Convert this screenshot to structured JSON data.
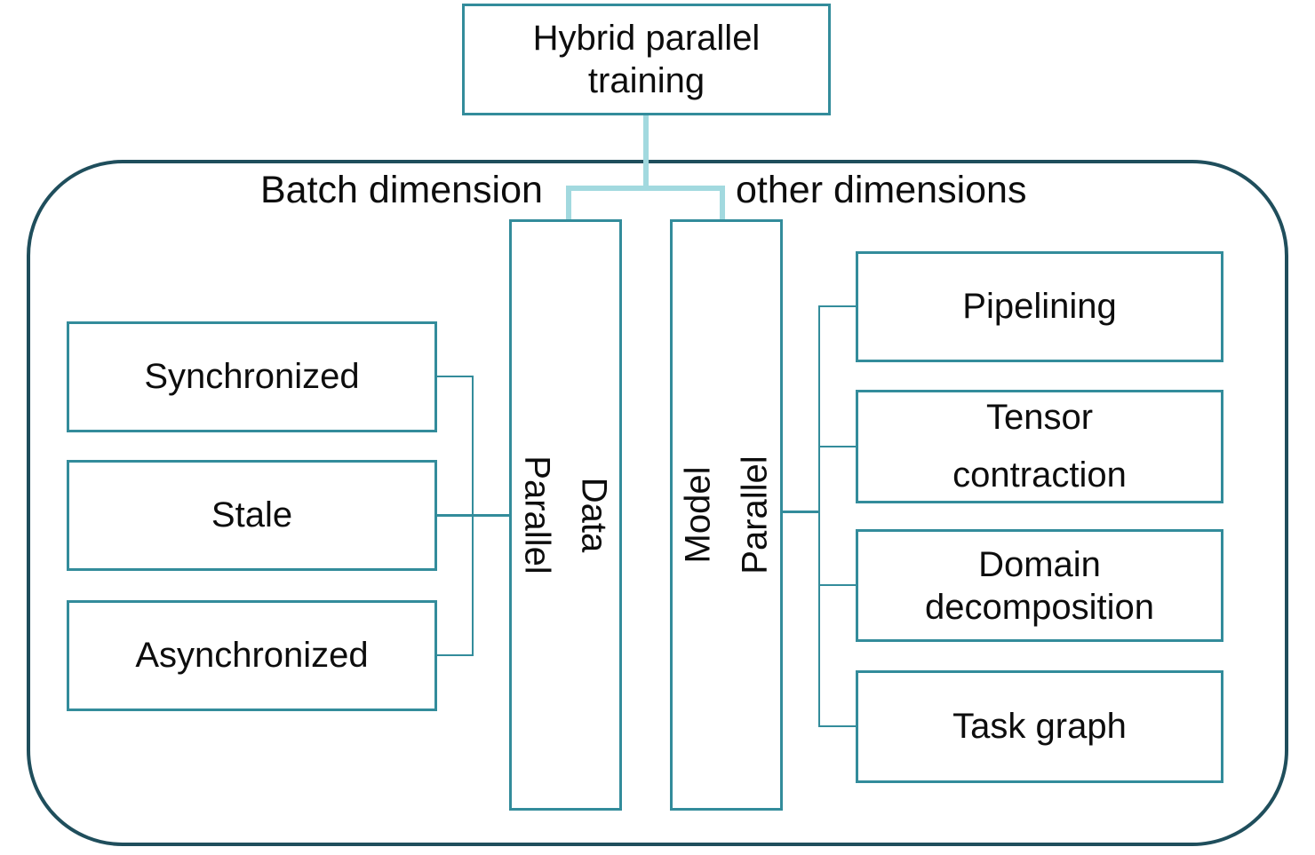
{
  "colors": {
    "box_border": "#338C9B",
    "container_border": "#1F4E5C",
    "connector": "#338C9B",
    "highlight_connector": "#A2D9DF",
    "text": "#0D0D0D",
    "background": "#FFFFFF"
  },
  "root": {
    "label": "Hybrid parallel\ntraining"
  },
  "left_group": {
    "header": "Batch dimension",
    "parent_label": "Data\nParallel",
    "children": [
      "Synchronized",
      "Stale",
      "Asynchronized"
    ]
  },
  "right_group": {
    "header": "other dimensions",
    "parent_label": "Model\nParallel",
    "children": [
      "Pipelining",
      "Tensor\ncontraction",
      "Domain\ndecomposition",
      "Task graph"
    ]
  }
}
